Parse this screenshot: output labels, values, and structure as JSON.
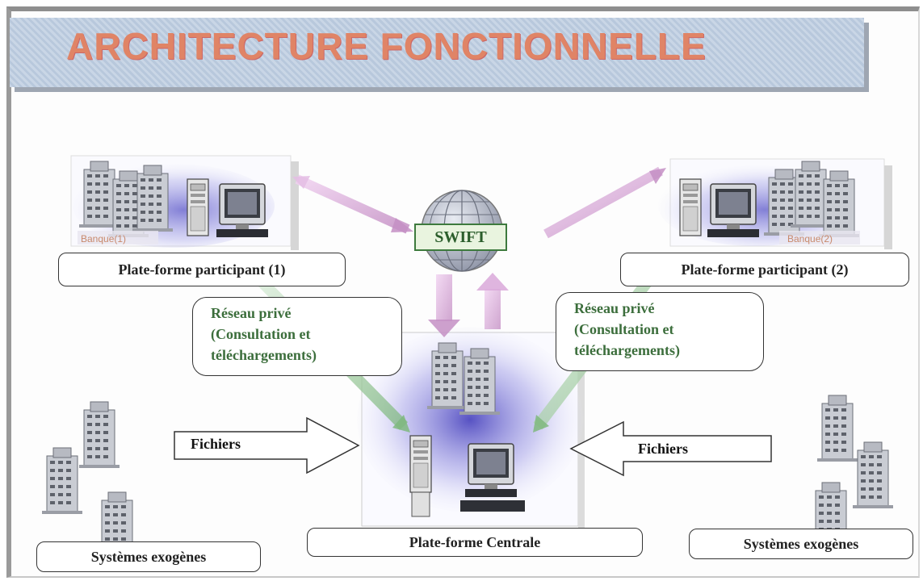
{
  "title": "ARCHITECTURE FONCTIONNELLE",
  "swift": {
    "label": "SWIFT"
  },
  "platforms": {
    "participant_1": {
      "label": "Plate-forme participant (1)",
      "screen_tag": "Banque(1)"
    },
    "participant_2": {
      "label": "Plate-forme participant (2)",
      "screen_tag": "Banque(2)"
    },
    "central": {
      "label": "Plate-forme Centrale"
    }
  },
  "networks": {
    "left": {
      "line1": "Réseau privé",
      "line2": "(Consultation et",
      "line3": "téléchargements)"
    },
    "right": {
      "line1": "Réseau privé",
      "line2": "(Consultation et",
      "line3": "téléchargements)"
    }
  },
  "files": {
    "left": "Fichiers",
    "right": "Fichiers"
  },
  "exogenous": {
    "left": "Systèmes exogènes",
    "right": "Systèmes exogènes"
  },
  "colors": {
    "title": "#e08466",
    "banner": "#c9d6e6",
    "network_text": "#3c6e3c",
    "swift_border": "#3d7a3d",
    "pink_arrow": "#d9a8d9",
    "green_arrow": "#9ec89e"
  }
}
